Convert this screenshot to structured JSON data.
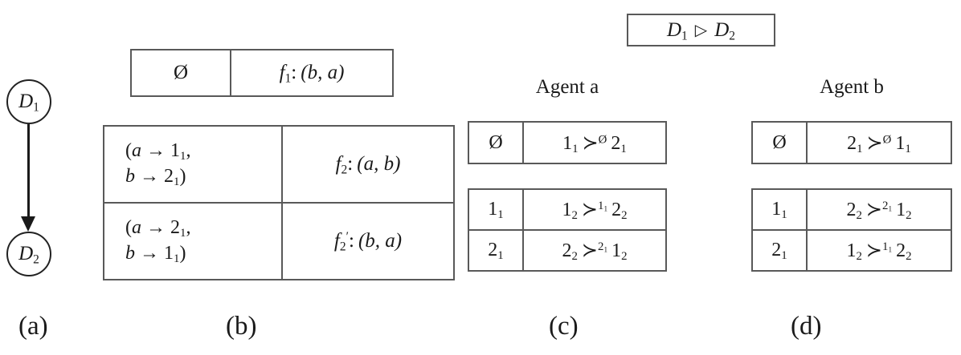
{
  "figure": {
    "panels": [
      {
        "id": "a",
        "label": "(a)",
        "type": "graph",
        "nodes": [
          {
            "id": "d1",
            "base": "D",
            "sub": "1"
          },
          {
            "id": "d2",
            "base": "D",
            "sub": "2"
          }
        ],
        "edges": [
          {
            "from": "d1",
            "to": "d2",
            "arrow": "down-arrow-icon"
          }
        ]
      },
      {
        "id": "b",
        "label": "(b)",
        "type": "tables",
        "top_table": {
          "rows": [
            {
              "key": {
                "text": "Ø"
              },
              "value": {
                "fn": "f",
                "fn_sub": "1",
                "prime": false,
                "tuple": "(b, a)"
              }
            }
          ]
        },
        "main_table": {
          "rows": [
            {
              "key_line1": {
                "var": "a",
                "arrow": "→",
                "target": "1",
                "target_sub": "1",
                "trailing": ","
              },
              "key_line2": {
                "var": "b",
                "arrow": "→",
                "target": "2",
                "target_sub": "1",
                "trailing": ")"
              },
              "value": {
                "fn": "f",
                "fn_sub": "2",
                "prime": false,
                "tuple": "(a, b)"
              }
            },
            {
              "key_line1": {
                "var": "a",
                "arrow": "→",
                "target": "2",
                "target_sub": "1",
                "trailing": ","
              },
              "key_line2": {
                "var": "b",
                "arrow": "→",
                "target": "1",
                "target_sub": "1",
                "trailing": ")"
              },
              "value": {
                "fn": "f",
                "fn_sub": "2",
                "prime": true,
                "tuple": "(b, a)"
              }
            }
          ]
        }
      },
      {
        "id": "c",
        "label": "(c)",
        "type": "tables",
        "caption": "Agent a",
        "top_table": {
          "rows": [
            {
              "key": "Ø",
              "left": {
                "base": "1",
                "sub": "1"
              },
              "rel": "≻",
              "rel_sup": "Ø",
              "right": {
                "base": "2",
                "sub": "1"
              }
            }
          ]
        },
        "main_table": {
          "rows": [
            {
              "key": {
                "base": "1",
                "sub": "1"
              },
              "left": {
                "base": "1",
                "sub": "2"
              },
              "rel": "≻",
              "rel_sup": {
                "base": "1",
                "sub": "1"
              },
              "right": {
                "base": "2",
                "sub": "2"
              }
            },
            {
              "key": {
                "base": "2",
                "sub": "1"
              },
              "left": {
                "base": "2",
                "sub": "2"
              },
              "rel": "≻",
              "rel_sup": {
                "base": "2",
                "sub": "1"
              },
              "right": {
                "base": "1",
                "sub": "2"
              }
            }
          ]
        }
      },
      {
        "id": "d",
        "label": "(d)",
        "type": "tables",
        "caption": "Agent b",
        "top_table": {
          "rows": [
            {
              "key": "Ø",
              "left": {
                "base": "2",
                "sub": "1"
              },
              "rel": "≻",
              "rel_sup": "Ø",
              "right": {
                "base": "1",
                "sub": "1"
              }
            }
          ]
        },
        "main_table": {
          "rows": [
            {
              "key": {
                "base": "1",
                "sub": "1"
              },
              "left": {
                "base": "2",
                "sub": "2"
              },
              "rel": "≻",
              "rel_sup": {
                "base": "2",
                "sub": "1"
              },
              "right": {
                "base": "1",
                "sub": "2"
              }
            },
            {
              "key": {
                "base": "2",
                "sub": "1"
              },
              "left": {
                "base": "1",
                "sub": "2"
              },
              "rel": "≻",
              "rel_sup": {
                "base": "1",
                "sub": "1"
              },
              "right": {
                "base": "2",
                "sub": "2"
              }
            }
          ]
        }
      }
    ],
    "relation_box": {
      "left": {
        "base": "D",
        "sub": "1"
      },
      "operator": "▷",
      "right": {
        "base": "D",
        "sub": "2"
      }
    },
    "colors": {
      "ink": "#1a1a1a",
      "rule": "#595959",
      "background": "#ffffff"
    }
  }
}
